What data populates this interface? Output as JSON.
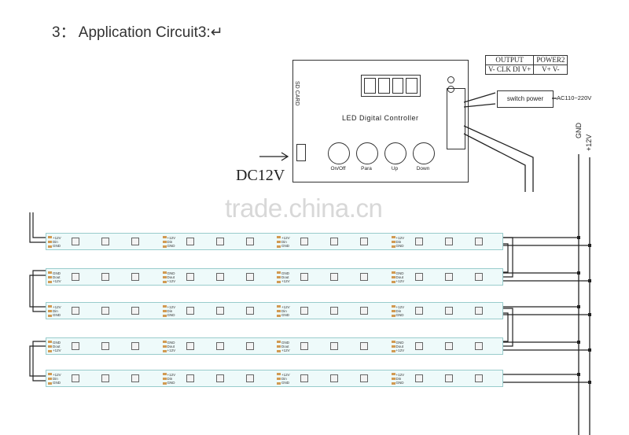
{
  "heading": "3： Application Circuit3:↵",
  "controller": {
    "name": "LED Digital Controller",
    "sd_card": "SD CARD",
    "buttons": [
      "On/Off",
      "Para",
      "Up",
      "Down"
    ]
  },
  "dc_input": "DC12V",
  "output_table": {
    "headers": [
      "OUTPUT",
      "POWER2"
    ],
    "pins": [
      "V- CLK DI V+",
      "V+ V-"
    ]
  },
  "power_supply": "switch power",
  "ac_input": "AC110~220V",
  "rails": [
    "GND",
    "+12V"
  ],
  "strip_pins": {
    "forward": [
      "+12V",
      "Din",
      "GND"
    ],
    "reverse": [
      "GND",
      "Dout",
      "+12V"
    ]
  },
  "strip_rows": 5,
  "segments_per_row": 4,
  "watermark": "trade.china.cn"
}
